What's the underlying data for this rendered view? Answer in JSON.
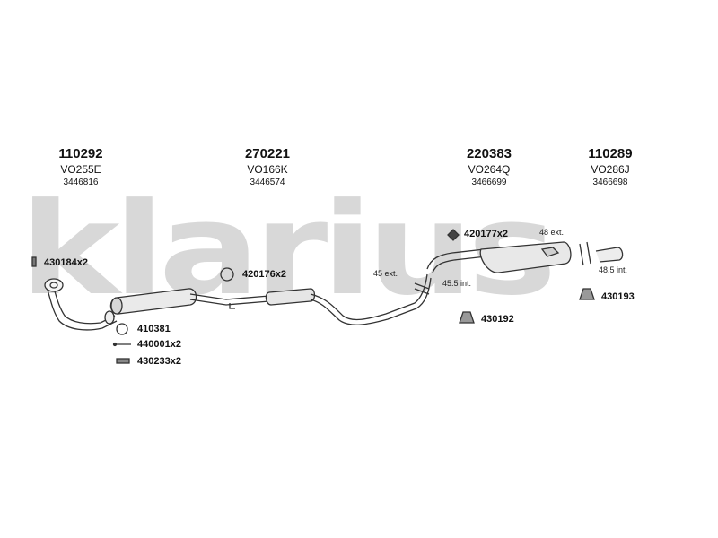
{
  "watermark": "klarius",
  "columns": [
    {
      "part_number": "110292",
      "code": "VO255E",
      "reference": "3446816"
    },
    {
      "part_number": "270221",
      "code": "VO166K",
      "reference": "3446574"
    },
    {
      "part_number": "220383",
      "code": "VO264Q",
      "reference": "3466699"
    },
    {
      "part_number": "110289",
      "code": "VO286J",
      "reference": "3466698"
    }
  ],
  "fittings": {
    "f430184": "430184x2",
    "f420176": "420176x2",
    "f410381": "410381",
    "f440001": "440001x2",
    "f430233": "430233x2",
    "f420177": "420177x2",
    "f430192": "430192",
    "f430193": "430193"
  },
  "annotations": {
    "a45": "45 ext.",
    "a455": "45.5 int.",
    "a48": "48 ext.",
    "a485": "48.5 int."
  }
}
